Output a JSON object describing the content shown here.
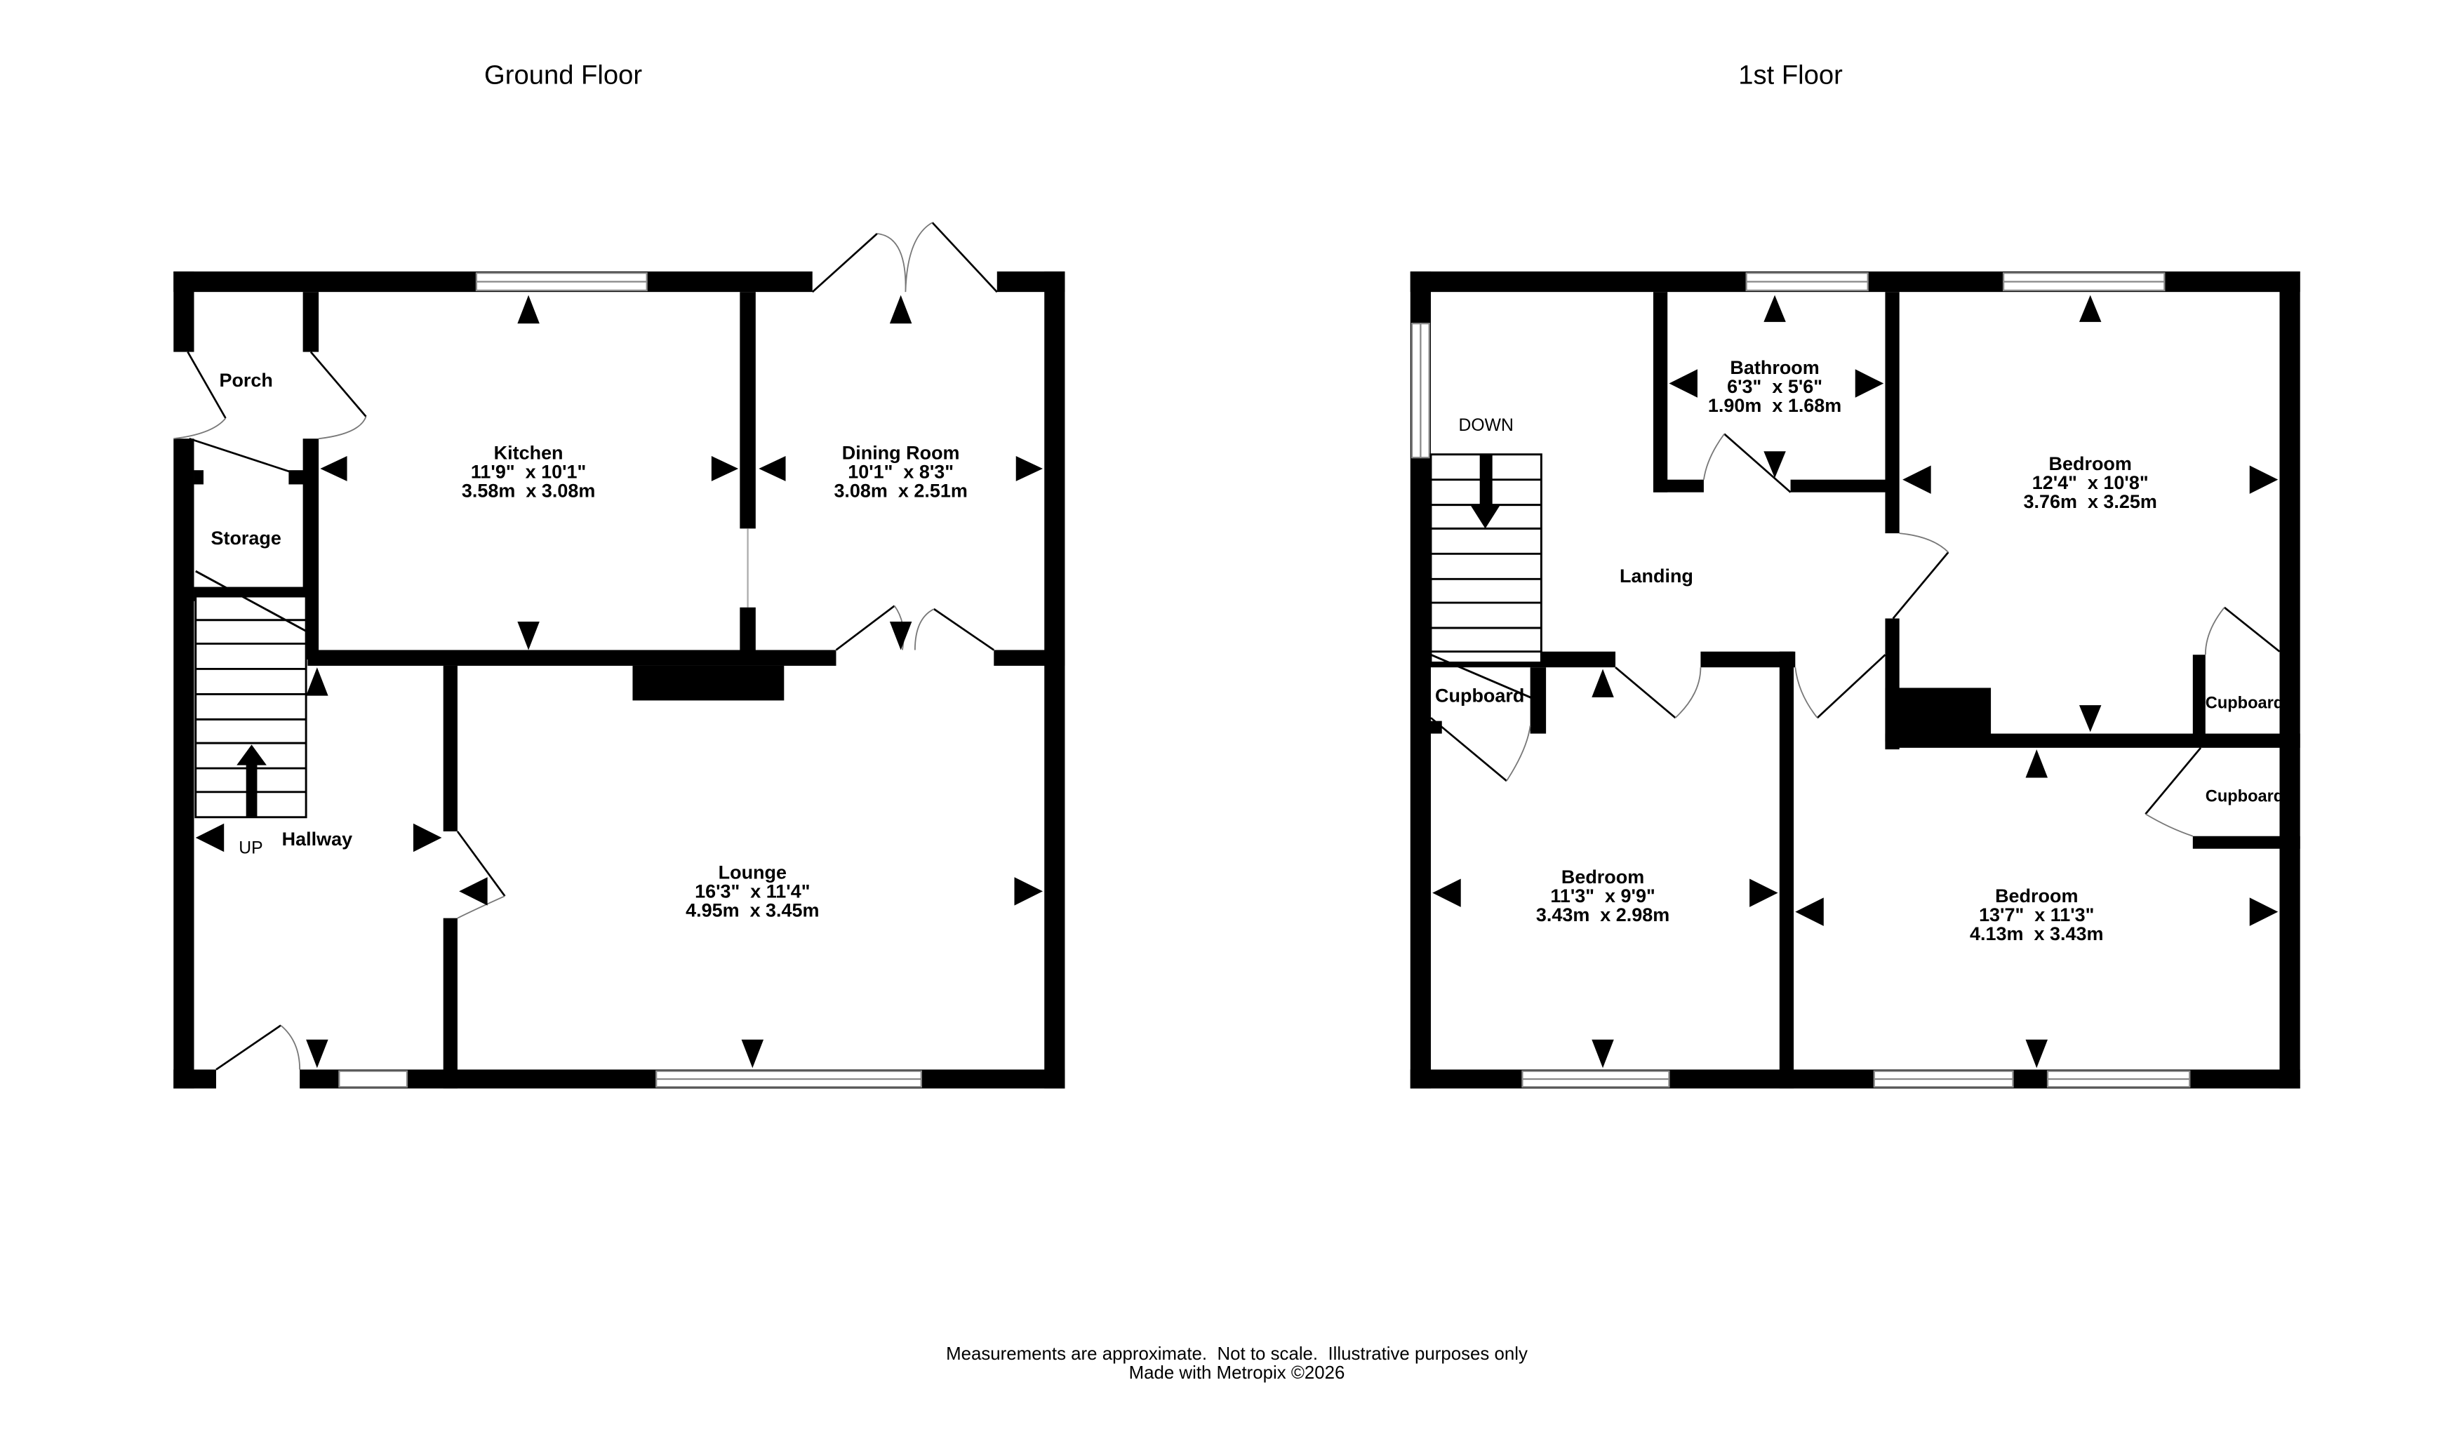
{
  "ground_floor": {
    "title": "Ground Floor",
    "rooms": [
      {
        "name": "Porch"
      },
      {
        "name": "Storage"
      },
      {
        "name": "Kitchen",
        "imperial": "11'9\"  x 10'1\"",
        "metric": "3.58m  x 3.08m"
      },
      {
        "name": "Dining Room",
        "imperial": "10'1\"  x 8'3\"",
        "metric": "3.08m  x 2.51m"
      },
      {
        "name": "Hallway"
      },
      {
        "name": "Lounge",
        "imperial": "16'3\"  x 11'4\"",
        "metric": "4.95m  x 3.45m"
      }
    ],
    "stairs_label": "UP"
  },
  "first_floor": {
    "title": "1st Floor",
    "rooms": [
      {
        "name": "Bathroom",
        "imperial": "6'3\"  x 5'6\"",
        "metric": "1.90m  x 1.68m"
      },
      {
        "name": "Bedroom",
        "imperial": "12'4\"  x 10'8\"",
        "metric": "3.76m  x 3.25m"
      },
      {
        "name": "Landing"
      },
      {
        "name": "Cupboard"
      },
      {
        "name": "Cupboard"
      },
      {
        "name": "Cupboard"
      },
      {
        "name": "Bedroom",
        "imperial": "11'3\"  x 9'9\"",
        "metric": "3.43m  x 2.98m"
      },
      {
        "name": "Bedroom",
        "imperial": "13'7\"  x 11'3\"",
        "metric": "4.13m  x 3.43m"
      }
    ],
    "stairs_label": "DOWN"
  },
  "footer": {
    "disclaimer": "Measurements are approximate.  Not to scale.  Illustrative purposes only",
    "credit": "Made with Metropix ©2026"
  }
}
